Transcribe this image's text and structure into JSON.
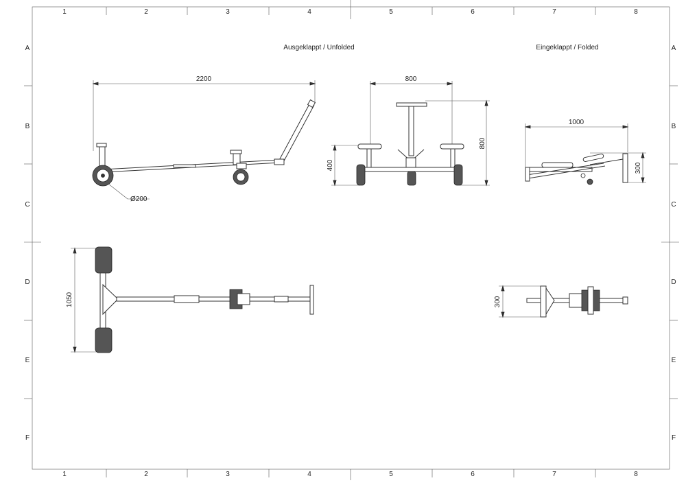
{
  "sheet": {
    "columns": [
      "1",
      "2",
      "3",
      "4",
      "5",
      "6",
      "7",
      "8"
    ],
    "rows": [
      "A",
      "B",
      "C",
      "D",
      "E",
      "F"
    ]
  },
  "views": {
    "unfolded_title": "Ausgeklappt / Unfolded",
    "folded_title": "Eingeklappt / Folded"
  },
  "dimensions": {
    "side_length": "2200",
    "wheel_diameter": "Ø200",
    "front_width": "800",
    "front_height": "800",
    "front_seat_height": "400",
    "folded_length": "1000",
    "folded_height": "300",
    "top_width": "1050",
    "folded_top_width": "300"
  }
}
